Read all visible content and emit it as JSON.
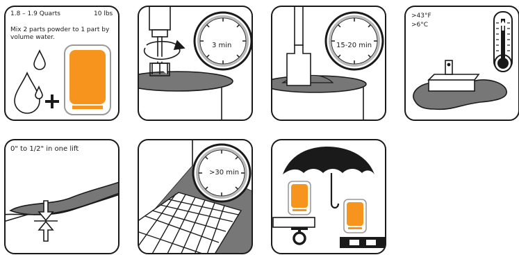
{
  "colors": {
    "orange": "#f7941d",
    "gray": "#777777",
    "stroke": "#1a1a1a",
    "light_gray": "#dcdcdc"
  },
  "panels": [
    {
      "id": "mix-ratio",
      "text_quantity": "1.8 – 1.9 Quarts",
      "text_weight": "10 lbs",
      "text_instruction": "Mix 2 parts powder to 1 part by volume water.",
      "icons": [
        "water-drops-icon",
        "plus-icon",
        "powder-bag-icon"
      ]
    },
    {
      "id": "mixing-time",
      "timer_label": "3 min",
      "icons": [
        "drill-mixer-icon",
        "rotation-arrow-icon",
        "timer-icon"
      ]
    },
    {
      "id": "slaking-time",
      "timer_label": "15-20 min",
      "icons": [
        "paddle-icon",
        "timer-icon"
      ]
    },
    {
      "id": "application-temperature",
      "temp_f": ">43°F",
      "temp_c": ">6°C",
      "icons": [
        "trowel-icon",
        "thermometer-icon"
      ]
    },
    {
      "id": "layer-thickness",
      "text": "0\" to 1/2\" in one lift",
      "icons": [
        "thickness-arrows-icon"
      ]
    },
    {
      "id": "tile-ready-time",
      "timer_label": ">30 min",
      "icons": [
        "tile-grid-icon",
        "timer-icon"
      ]
    },
    {
      "id": "storage",
      "icons": [
        "umbrella-icon",
        "powder-bag-icon",
        "pallet-icon",
        "keep-dry-icon"
      ]
    }
  ]
}
